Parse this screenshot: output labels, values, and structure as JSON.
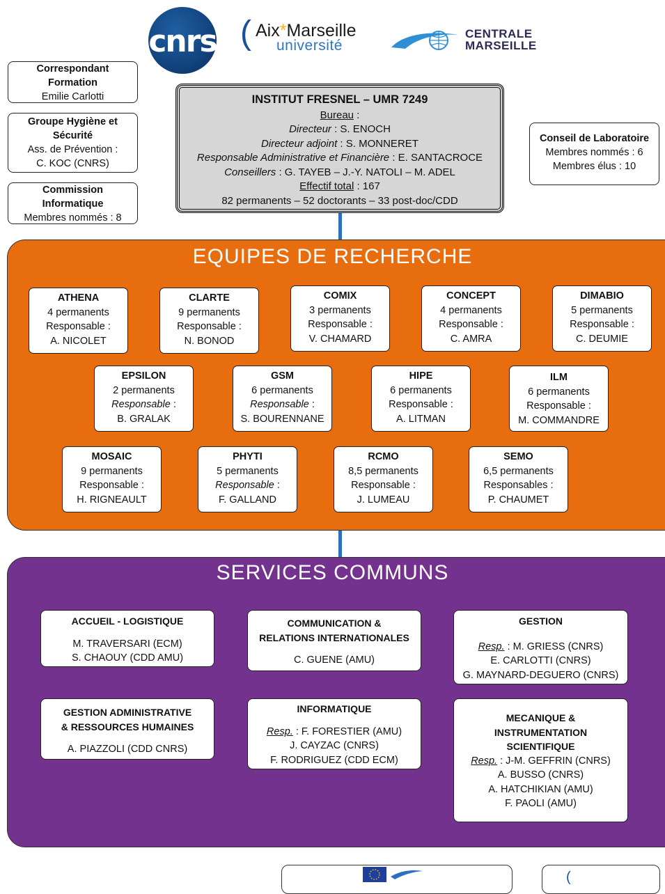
{
  "logos": {
    "cnrs": "cnrs",
    "amu_line1_a": "Aix",
    "amu_star": "*",
    "amu_line1_b": "Marseille",
    "amu_line2": "université",
    "centrale_line1": "CENTRALE",
    "centrale_line2": "MARSEILLE"
  },
  "side_boxes": {
    "formation": {
      "line1": "Correspondant",
      "line2": "Formation",
      "line3": "Emilie Carlotti"
    },
    "hygiene": {
      "line1": "Groupe  Hygiène et",
      "line2": "Sécurité",
      "line3": "Ass. de Prévention :",
      "line4": "C. KOC (CNRS)"
    },
    "informatique": {
      "line1": "Commission",
      "line2": "Informatique",
      "line3": "Membres nommés : 8"
    },
    "conseil": {
      "line1": "Conseil de Laboratoire",
      "line2": "Membres nommés : 6",
      "line3": "Membres élus : 10"
    }
  },
  "institut": {
    "title": "INSTITUT FRESNEL – UMR 7249",
    "bureau_label": "Bureau",
    "bureau_suffix": " :",
    "directeur_label": "Directeur",
    "directeur_value": " : S. ENOCH",
    "adjoint_label": "Directeur adjoint",
    "adjoint_value": " : S. MONNERET",
    "raf_label": "Responsable Administrative et Financière",
    "raf_value": " : E. SANTACROCE",
    "conseillers_label": "Conseillers",
    "conseillers_value": " : G. TAYEB – J.-Y. NATOLI – M. ADEL",
    "effectif_label": "Effectif total",
    "effectif_value": " : 167",
    "breakdown": "82 permanents – 52 doctorants – 33 post-doc/CDD"
  },
  "equipes": {
    "title": "EQUIPES DE RECHERCHE",
    "teams": [
      {
        "name": "ATHENA",
        "count": "4 permanents",
        "resp": "Responsable",
        "resp_suffix": " :",
        "person": "A. NICOLET",
        "italic": false
      },
      {
        "name": "CLARTE",
        "count": "9 permanents",
        "resp": "Responsable",
        "resp_suffix": " :",
        "person": "N. BONOD",
        "italic": false
      },
      {
        "name": "COMIX",
        "count": "3 permanents",
        "resp": "Responsable",
        "resp_suffix": " :",
        "person": "V. CHAMARD",
        "italic": false
      },
      {
        "name": "CONCEPT",
        "count": "4 permanents",
        "resp": "Responsable",
        "resp_suffix": " :",
        "person": "C. AMRA",
        "italic": false
      },
      {
        "name": "DIMABIO",
        "count": "5 permanents",
        "resp": "Responsable",
        "resp_suffix": " :",
        "person": "C. DEUMIE",
        "italic": false
      },
      {
        "name": "EPSILON",
        "count": "2 permanents",
        "resp": "Responsable",
        "resp_suffix": " :",
        "person": "B. GRALAK",
        "italic": true
      },
      {
        "name": "GSM",
        "count": "6 permanents",
        "resp": "Responsable",
        "resp_suffix": " :",
        "person": "S. BOURENNANE",
        "italic": true
      },
      {
        "name": "HIPE",
        "count": "6 permanents",
        "resp": "Responsable",
        "resp_suffix": " :",
        "person": "A. LITMAN",
        "italic": false
      },
      {
        "name": "ILM",
        "count": "6 permanents",
        "resp": "Responsable",
        "resp_suffix": " :",
        "person": "M. COMMANDRE",
        "italic": false
      },
      {
        "name": "MOSAIC",
        "count": "9 permanents",
        "resp": "Responsable",
        "resp_suffix": " :",
        "person": "H. RIGNEAULT",
        "italic": false
      },
      {
        "name": "PHYTI",
        "count": "5 permanents",
        "resp": "Responsable",
        "resp_suffix": " :",
        "person": "F. GALLAND",
        "italic": true
      },
      {
        "name": "RCMO",
        "count": "8,5 permanents",
        "resp": "Responsable",
        "resp_suffix": " :",
        "person": "J. LUMEAU",
        "italic": false
      },
      {
        "name": "SEMO",
        "count": "6,5 permanents",
        "resp": "Responsables",
        "resp_suffix": " :",
        "person": "P. CHAUMET",
        "italic": false
      }
    ]
  },
  "services": {
    "title": "SERVICES COMMUNS",
    "accueil": {
      "head": "ACCUEIL - LOGISTIQUE",
      "p1": "M. TRAVERSARI (ECM)",
      "p2": "S. CHAOUY (CDD AMU)"
    },
    "communication": {
      "head1": "COMMUNICATION &",
      "head2": "RELATIONS INTERNATIONALES",
      "p1": "C. GUENE (AMU)"
    },
    "gestion": {
      "head": "GESTION",
      "resp_label": "Resp.",
      "p1": " : M. GRIESS (CNRS)",
      "p2": "E. CARLOTTI (CNRS)",
      "p3": "G. MAYNARD-DEGUERO (CNRS)"
    },
    "grh": {
      "head1": "GESTION ADMINISTRATIVE",
      "head2": "& RESSOURCES HUMAINES",
      "p1": "A. PIAZZOLI (CDD CNRS)"
    },
    "informatique": {
      "head": "INFORMATIQUE",
      "resp_label": "Resp.",
      "p1": " : F. FORESTIER (AMU)",
      "p2": "J. CAYZAC (CNRS)",
      "p3": "F. RODRIGUEZ (CDD ECM)"
    },
    "mecanique": {
      "head1": "MECANIQUE &",
      "head2": "INSTRUMENTATION",
      "head3": "SCIENTIFIQUE",
      "resp_label": "Resp.",
      "p1": " : J-M. GEFFRIN (CNRS)",
      "p2": "A. BUSSO (CNRS)",
      "p3": "A. HATCHIKIAN (AMU)",
      "p4": "F. PAOLI (AMU)"
    }
  },
  "colors": {
    "orange": "#e86d0e",
    "purple": "#73328d",
    "connector": "#2f6fbf",
    "institut_bg": "#d6d6d6"
  }
}
